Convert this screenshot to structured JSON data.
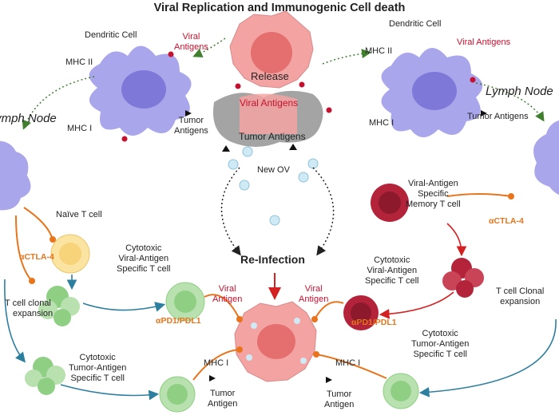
{
  "title": "Viral Replication and Immunogenic Cell death",
  "labels": {
    "release": "Release",
    "viral_antigens": "Viral Antigens",
    "tumor_antigens": "Tumor Antigens",
    "new_ov": "New OV",
    "re_infection": "Re-Infection",
    "lymph_node": "Lymph Node",
    "dendritic_cell": "Dendritic Cell",
    "mhc_ii": "MHC II",
    "mhc_i": "MHC I",
    "viral_antigens_2line": [
      "Viral",
      "Antigens"
    ],
    "tumor_antigens_2line": [
      "Tumor",
      "Antigens"
    ],
    "naive_t_cell": "Naïve T cell",
    "actla4": "αCTLA-4",
    "apd1": "αPD1/PDL1",
    "cytotoxic_viral": [
      "Cytotoxic",
      "Viral-Antigen",
      "Specific T cell"
    ],
    "cytotoxic_tumor": [
      "Cytotoxic",
      "Tumor-Antigen",
      "Specific T cell"
    ],
    "t_cell_clonal": [
      "T cell clonal",
      "expansion"
    ],
    "t_cell_clonal_right": [
      "T cell Clonal",
      "expansion"
    ],
    "memory_t_cell": [
      "Viral-Antigen",
      "Specific",
      "Memory T cell"
    ],
    "viral_antigen_2line": [
      "Viral",
      "Antigen"
    ],
    "tumor_antigen_2line": [
      "Tumor",
      "Antigen"
    ]
  },
  "colors": {
    "dendritic": "#a9a6ec",
    "dendritic_nucleus": "#7e79d8",
    "tumor": "#f4a3a3",
    "tumor_nucleus": "#e56f6f",
    "ov": "#cfe9f5",
    "tcell": "#b9e1b0",
    "tcell_nucleus": "#8fcf84",
    "naive": "#fbe3a1",
    "memory": "#b3243a",
    "arrow_green": "#3f7f2e",
    "arrow_blue": "#2d7fa0",
    "arrow_red": "#d42020",
    "orange": "#e8741c"
  }
}
